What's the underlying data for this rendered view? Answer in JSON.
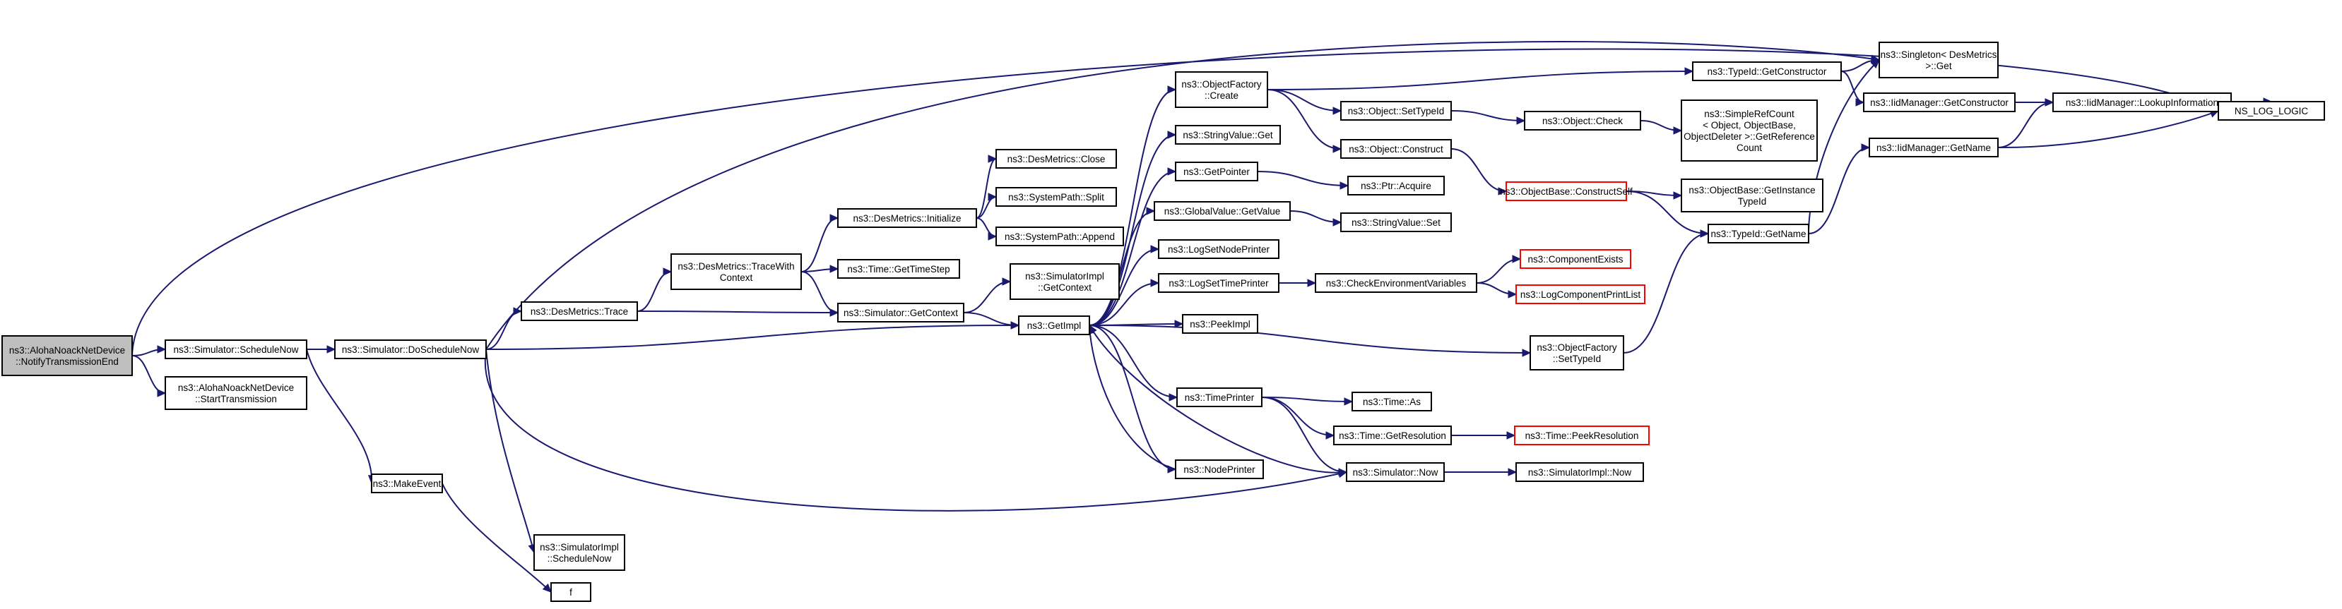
{
  "graph": {
    "nodes": [
      {
        "id": "root",
        "label": [
          "ns3::AlohaNoackNetDevice",
          "::NotifyTransmissionEnd"
        ],
        "root": true
      },
      {
        "id": "schedNow",
        "label": [
          "ns3::Simulator::ScheduleNow"
        ]
      },
      {
        "id": "startTx",
        "label": [
          "ns3::AlohaNoackNetDevice",
          "::StartTransmission"
        ]
      },
      {
        "id": "doSched",
        "label": [
          "ns3::Simulator::DoScheduleNow"
        ]
      },
      {
        "id": "makeEvent",
        "label": [
          "ns3::MakeEvent"
        ]
      },
      {
        "id": "f",
        "label": [
          "f"
        ]
      },
      {
        "id": "implSched",
        "label": [
          "ns3::SimulatorImpl",
          "::ScheduleNow"
        ]
      },
      {
        "id": "dmTrace",
        "label": [
          "ns3::DesMetrics::Trace"
        ]
      },
      {
        "id": "dmTraceWith",
        "label": [
          "ns3::DesMetrics::TraceWith",
          "Context"
        ]
      },
      {
        "id": "dmInit",
        "label": [
          "ns3::DesMetrics::Initialize"
        ]
      },
      {
        "id": "getTimeStep",
        "label": [
          "ns3::Time::GetTimeStep"
        ]
      },
      {
        "id": "getContext",
        "label": [
          "ns3::Simulator::GetContext"
        ]
      },
      {
        "id": "dmClose",
        "label": [
          "ns3::DesMetrics::Close"
        ]
      },
      {
        "id": "spSplit",
        "label": [
          "ns3::SystemPath::Split"
        ]
      },
      {
        "id": "spAppend",
        "label": [
          "ns3::SystemPath::Append"
        ]
      },
      {
        "id": "implGetCtx",
        "label": [
          "ns3::SimulatorImpl",
          "::GetContext"
        ]
      },
      {
        "id": "getImpl",
        "label": [
          "ns3::GetImpl"
        ]
      },
      {
        "id": "ofCreate",
        "label": [
          "ns3::ObjectFactory",
          "::Create"
        ]
      },
      {
        "id": "svGet",
        "label": [
          "ns3::StringValue::Get"
        ]
      },
      {
        "id": "getPointer",
        "label": [
          "ns3::GetPointer"
        ]
      },
      {
        "id": "gvGetValue",
        "label": [
          "ns3::GlobalValue::GetValue"
        ]
      },
      {
        "id": "logNode",
        "label": [
          "ns3::LogSetNodePrinter"
        ]
      },
      {
        "id": "logTime",
        "label": [
          "ns3::LogSetTimePrinter"
        ]
      },
      {
        "id": "peekImpl",
        "label": [
          "ns3::PeekImpl"
        ]
      },
      {
        "id": "timePrinter",
        "label": [
          "ns3::TimePrinter"
        ]
      },
      {
        "id": "nodePrinter",
        "label": [
          "ns3::NodePrinter"
        ]
      },
      {
        "id": "setTypeId",
        "label": [
          "ns3::Object::SetTypeId"
        ]
      },
      {
        "id": "construct",
        "label": [
          "ns3::Object::Construct"
        ]
      },
      {
        "id": "ptrAcquire",
        "label": [
          "ns3::Ptr::Acquire"
        ]
      },
      {
        "id": "svSet",
        "label": [
          "ns3::StringValue::Set"
        ]
      },
      {
        "id": "checkEnv",
        "label": [
          "ns3::CheckEnvironmentVariables"
        ]
      },
      {
        "id": "timeAs",
        "label": [
          "ns3::Time::As"
        ]
      },
      {
        "id": "getRes",
        "label": [
          "ns3::Time::GetResolution"
        ]
      },
      {
        "id": "simNow",
        "label": [
          "ns3::Simulator::Now"
        ]
      },
      {
        "id": "tidGetCons",
        "label": [
          "ns3::TypeId::GetConstructor"
        ]
      },
      {
        "id": "objCheck",
        "label": [
          "ns3::Object::Check"
        ]
      },
      {
        "id": "obConstruct",
        "label": [
          "ns3::ObjectBase::ConstructSelf"
        ],
        "red": true
      },
      {
        "id": "compExists",
        "label": [
          "ns3::ComponentExists"
        ],
        "red": true
      },
      {
        "id": "logPrint",
        "label": [
          "ns3::LogComponentPrintList"
        ],
        "red": true
      },
      {
        "id": "ofSetTid",
        "label": [
          "ns3::ObjectFactory",
          "::SetTypeId"
        ]
      },
      {
        "id": "peekRes",
        "label": [
          "ns3::Time::PeekResolution"
        ],
        "red": true
      },
      {
        "id": "implNow",
        "label": [
          "ns3::SimulatorImpl::Now"
        ]
      },
      {
        "id": "srcDelete",
        "label": [
          "ns3::SimpleRefCount",
          "< Object, ObjectBase,",
          "ObjectDeleter >::GetReference",
          "Count"
        ]
      },
      {
        "id": "obGetInst",
        "label": [
          "ns3::ObjectBase::GetInstance",
          "TypeId"
        ]
      },
      {
        "id": "tidGetName",
        "label": [
          "ns3::TypeId::GetName"
        ]
      },
      {
        "id": "singleton",
        "label": [
          "ns3::Singleton< DesMetrics",
          " >::Get"
        ]
      },
      {
        "id": "iidGetCons",
        "label": [
          "ns3::IidManager::GetConstructor"
        ]
      },
      {
        "id": "iidGetName",
        "label": [
          "ns3::IidManager::GetName"
        ]
      },
      {
        "id": "iidLookup",
        "label": [
          "ns3::IidManager::LookupInformation"
        ]
      },
      {
        "id": "nsLog",
        "label": [
          "NS_LOG_LOGIC"
        ]
      }
    ],
    "edges": [
      [
        "root",
        "schedNow"
      ],
      [
        "root",
        "startTx"
      ],
      [
        "root",
        "nsLog"
      ],
      [
        "schedNow",
        "doSched"
      ],
      [
        "schedNow",
        "makeEvent"
      ],
      [
        "makeEvent",
        "f"
      ],
      [
        "doSched",
        "dmTrace"
      ],
      [
        "doSched",
        "getImpl"
      ],
      [
        "doSched",
        "implSched"
      ],
      [
        "doSched",
        "simNow"
      ],
      [
        "doSched",
        "singleton"
      ],
      [
        "dmTrace",
        "dmTraceWith"
      ],
      [
        "dmTrace",
        "getContext"
      ],
      [
        "dmTraceWith",
        "dmInit"
      ],
      [
        "dmTraceWith",
        "getTimeStep"
      ],
      [
        "dmTraceWith",
        "getContext"
      ],
      [
        "dmInit",
        "dmClose"
      ],
      [
        "dmInit",
        "spSplit"
      ],
      [
        "dmInit",
        "spAppend"
      ],
      [
        "getContext",
        "implGetCtx"
      ],
      [
        "getContext",
        "getImpl"
      ],
      [
        "getImpl",
        "ofCreate"
      ],
      [
        "getImpl",
        "svGet"
      ],
      [
        "getImpl",
        "getPointer"
      ],
      [
        "getImpl",
        "gvGetValue"
      ],
      [
        "getImpl",
        "logNode"
      ],
      [
        "getImpl",
        "logTime"
      ],
      [
        "getImpl",
        "peekImpl"
      ],
      [
        "getImpl",
        "timePrinter"
      ],
      [
        "getImpl",
        "nodePrinter"
      ],
      [
        "getImpl",
        "ofSetTid"
      ],
      [
        "nodePrinter",
        "getImpl"
      ],
      [
        "simNow",
        "getImpl"
      ],
      [
        "ofCreate",
        "tidGetCons"
      ],
      [
        "ofCreate",
        "setTypeId"
      ],
      [
        "ofCreate",
        "construct"
      ],
      [
        "setTypeId",
        "objCheck"
      ],
      [
        "objCheck",
        "srcDelete"
      ],
      [
        "construct",
        "obConstruct"
      ],
      [
        "obConstruct",
        "obGetInst"
      ],
      [
        "obConstruct",
        "tidGetName"
      ],
      [
        "getPointer",
        "ptrAcquire"
      ],
      [
        "gvGetValue",
        "svSet"
      ],
      [
        "logTime",
        "checkEnv"
      ],
      [
        "checkEnv",
        "compExists"
      ],
      [
        "checkEnv",
        "logPrint"
      ],
      [
        "timePrinter",
        "timeAs"
      ],
      [
        "timePrinter",
        "getRes"
      ],
      [
        "timePrinter",
        "simNow"
      ],
      [
        "getRes",
        "peekRes"
      ],
      [
        "simNow",
        "implNow"
      ],
      [
        "ofSetTid",
        "tidGetName"
      ],
      [
        "tidGetCons",
        "singleton"
      ],
      [
        "tidGetCons",
        "iidGetCons"
      ],
      [
        "tidGetName",
        "singleton"
      ],
      [
        "tidGetName",
        "iidGetName"
      ],
      [
        "iidGetCons",
        "iidLookup"
      ],
      [
        "iidGetName",
        "iidLookup"
      ],
      [
        "iidGetName",
        "nsLog"
      ],
      [
        "iidLookup",
        "nsLog"
      ]
    ]
  }
}
